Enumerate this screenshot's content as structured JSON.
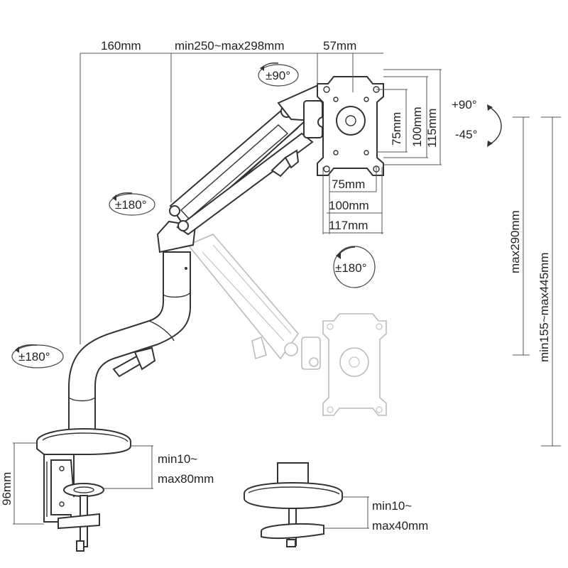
{
  "dimensions": {
    "top_left": "160mm",
    "top_mid": "min250~max298mm",
    "top_right": "57mm",
    "vesa_h_75": "75mm",
    "vesa_h_100": "100mm",
    "vesa_h_115": "115mm",
    "vesa_w_75": "75mm",
    "vesa_w_100": "100mm",
    "vesa_w_117": "117mm",
    "height_max": "max290mm",
    "height_range": "min155~max445mm",
    "clamp_height": "96mm",
    "clamp_range_line1": "min10~",
    "clamp_range_line2": "max80mm",
    "grommet_range_line1": "min10~",
    "grommet_range_line2": "max40mm"
  },
  "rotations": {
    "head_rotation": "±90°",
    "arm_rotation": "±180°",
    "base_rotation": "±180°",
    "screen_rotation": "±180°",
    "tilt_up": "+90°",
    "tilt_down": "-45°"
  },
  "icons": {
    "rotation": "circular-arrow-icon",
    "tilt": "curved-arrow-icon"
  },
  "colors": {
    "line": "#333333",
    "ghost": "#bbbbbb",
    "background": "#ffffff"
  }
}
